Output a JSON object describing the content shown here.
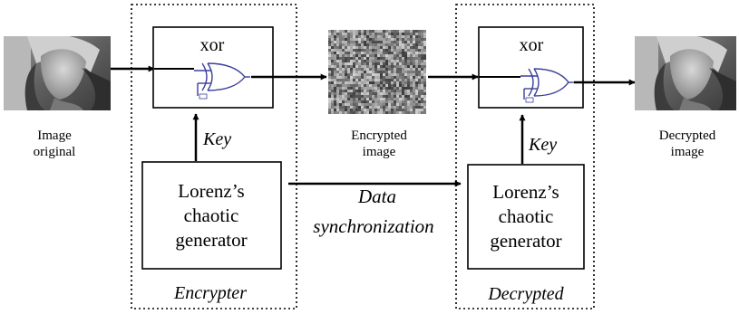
{
  "labels": {
    "image_original_line1": "Image",
    "image_original_line2": "original",
    "encrypted_line1": "Encrypted",
    "encrypted_line2": "image",
    "decrypted_image_line1": "Decrypted",
    "decrypted_image_line2": "image",
    "data_sync_line1": "Data",
    "data_sync_line2": "synchronization"
  },
  "encrypter": {
    "xor_label": "xor",
    "key_label": "Key",
    "generator_line1": "Lorenz’s",
    "generator_line2": "chaotic",
    "generator_line3": "generator",
    "caption": "Encrypter"
  },
  "decrypter": {
    "xor_label": "xor",
    "key_label": "Key",
    "generator_line1": "Lorenz’s",
    "generator_line2": "chaotic",
    "generator_line3": "generator",
    "caption": "Decrypted"
  },
  "colors": {
    "gate_stroke": "#3b3f9a",
    "line": "#000000",
    "noise_dark": "#4a4a4a",
    "noise_light": "#c8c8c8"
  },
  "icons": {
    "original_image": "grayscale-portrait-photo",
    "encrypted_image": "random-noise-image",
    "decrypted_image": "grayscale-portrait-photo",
    "xor_gate": "xor-logic-gate-icon"
  }
}
